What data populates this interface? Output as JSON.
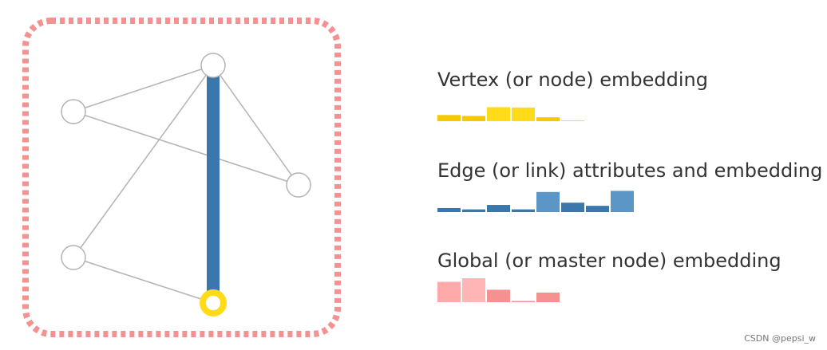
{
  "colors": {
    "global_border": "#f49191",
    "vertex_yellow": "#f5c800",
    "vertex_yellow_light": "#ffdb1a",
    "edge_blue": "#3b76ac",
    "edge_blue_light": "#5b96c7",
    "global_pink": "#ffaaaa",
    "global_pink_dark": "#f49191",
    "line_gray": "#b3b3b3",
    "text": "#333333"
  },
  "legend": {
    "vertex": {
      "title": "Vertex (or node) embedding",
      "bars": [
        0.35,
        0.3,
        0.8,
        0.78,
        0.22,
        0.04
      ],
      "colors": [
        "#f5c800",
        "#f5c800",
        "#ffdb1a",
        "#ffdb1a",
        "#f5c800",
        "#ffdb1a"
      ]
    },
    "edge": {
      "title": "Edge (or link) attributes and embedding",
      "bars": [
        0.18,
        0.12,
        0.32,
        0.12,
        0.9,
        0.42,
        0.28,
        0.95
      ],
      "colors": [
        "#3b76ac",
        "#3b76ac",
        "#3b76ac",
        "#3b76ac",
        "#5b96c7",
        "#3b76ac",
        "#3b76ac",
        "#5b96c7"
      ]
    },
    "global": {
      "title": "Global (or master node) embedding",
      "bars": [
        0.85,
        1.0,
        0.52,
        0.05,
        0.4
      ],
      "colors": [
        "#ffaaaa",
        "#ffb5b5",
        "#f49191",
        "#f49191",
        "#f49191"
      ]
    }
  },
  "graph": {
    "nodes": [
      {
        "id": "top",
        "highlight": false
      },
      {
        "id": "left-upper",
        "highlight": false
      },
      {
        "id": "right",
        "highlight": false
      },
      {
        "id": "left-lower",
        "highlight": false
      },
      {
        "id": "bottom",
        "highlight": true
      }
    ],
    "edges": [
      {
        "from": "top",
        "to": "left-upper",
        "highlight": false
      },
      {
        "from": "top",
        "to": "right",
        "highlight": false
      },
      {
        "from": "top",
        "to": "left-lower",
        "highlight": false
      },
      {
        "from": "left-upper",
        "to": "right",
        "highlight": false
      },
      {
        "from": "left-lower",
        "to": "bottom",
        "highlight": false
      },
      {
        "from": "top",
        "to": "bottom",
        "highlight": true
      }
    ]
  },
  "watermark": "CSDN @pepsi_w"
}
